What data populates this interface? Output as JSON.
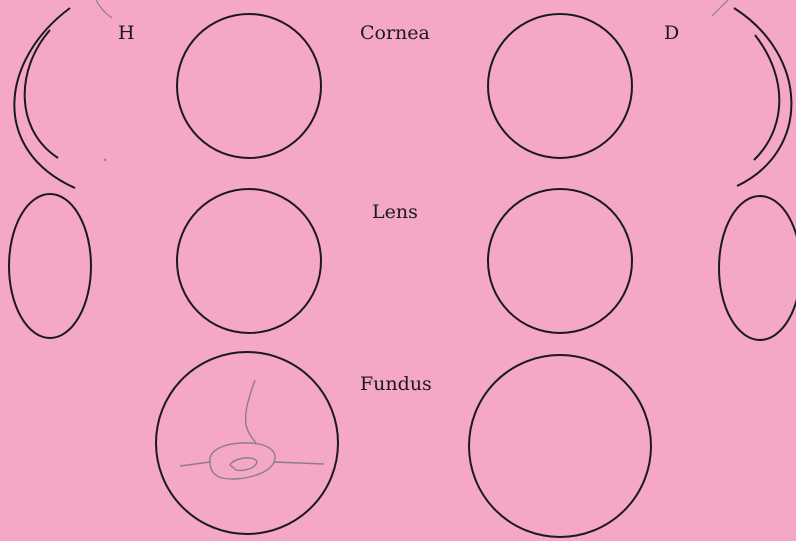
{
  "labels": {
    "left_eye": "H",
    "right_eye": "D",
    "cornea": "Cornea",
    "lens": "Lens",
    "fundus": "Fundus"
  },
  "colors": {
    "paper": "#f4a7c7",
    "ink": "#1a1a1a",
    "pencil": "#8a7f88"
  }
}
